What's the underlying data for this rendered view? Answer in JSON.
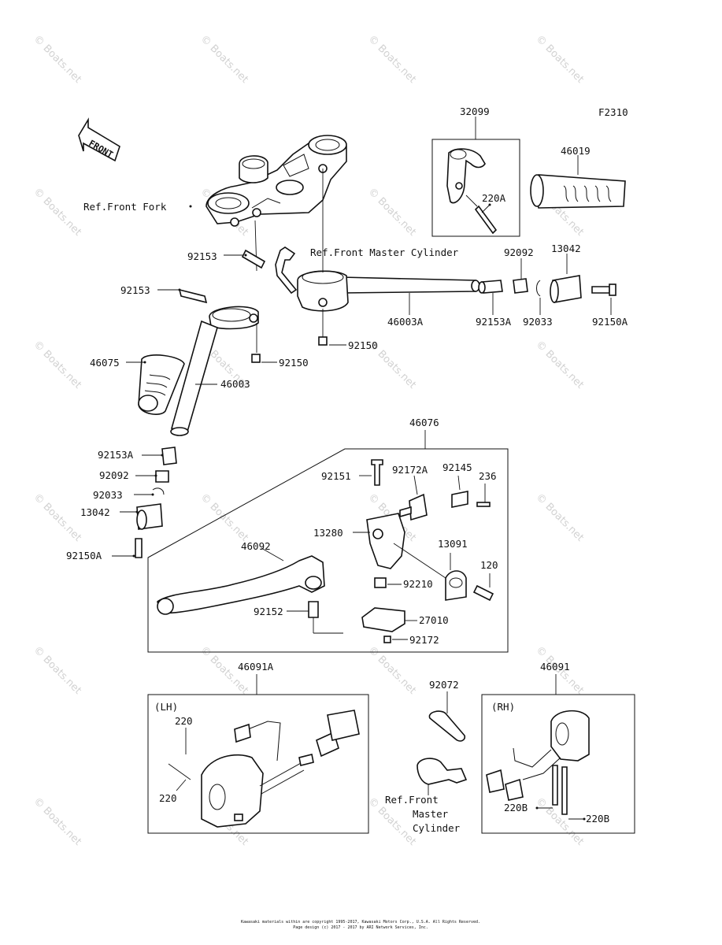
{
  "diagram_code": "F2310",
  "front_label": "FRONT",
  "watermark": "© Boats.net",
  "footer_line1": "Kawasaki materials within are copyright 1995-2017, Kawasaki Motors Corp., U.S.A. All Rights Reserved.",
  "footer_line2": "Page design (c) 2017 - 2017 by ARI Network Services, Inc.",
  "boxes": {
    "lh": "(LH)",
    "rh": "(RH)"
  },
  "references": {
    "front_fork": "Ref.Front Fork",
    "master_cylinder_top": "Ref.Front Master Cylinder",
    "master_cylinder_bottom_line1": "Ref.Front",
    "master_cylinder_bottom_line2": "Master",
    "master_cylinder_bottom_line3": "Cylinder"
  },
  "parts": {
    "p32099": "32099",
    "p220A": "220A",
    "p46019": "46019",
    "p92153_top": "92153",
    "p92092_top": "92092",
    "p13042_top": "13042",
    "p92153_left": "92153",
    "p46003A": "46003A",
    "p92153A_top": "92153A",
    "p92033_top": "92033",
    "p92150A_top": "92150A",
    "p92150_mid": "92150",
    "p46075": "46075",
    "p92150_left": "92150",
    "p46003": "46003",
    "p46076": "46076",
    "p92153A_left": "92153A",
    "p92151": "92151",
    "p92172A": "92172A",
    "p92145": "92145",
    "p236": "236",
    "p92092_left": "92092",
    "p92033_left": "92033",
    "p13042_left": "13042",
    "p13280": "13280",
    "p13091": "13091",
    "p92150A_left": "92150A",
    "p46092": "46092",
    "p120": "120",
    "p92210": "92210",
    "p92152": "92152",
    "p27010": "27010",
    "p92172": "92172",
    "p46091A": "46091A",
    "p92072": "92072",
    "p46091": "46091",
    "p220_a": "220",
    "p220_b": "220",
    "p220B_a": "220B",
    "p220B_b": "220B"
  }
}
